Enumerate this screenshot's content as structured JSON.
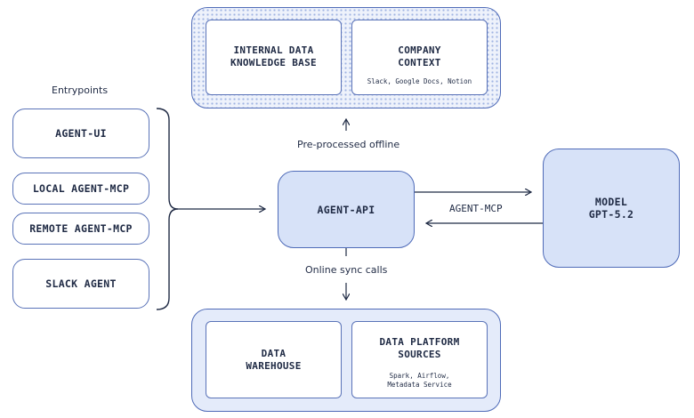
{
  "entrypoints_label": "Entrypoints",
  "entrypoints": [
    "AGENT-UI",
    "LOCAL AGENT-MCP",
    "REMOTE AGENT-MCP",
    "SLACK AGENT"
  ],
  "knowledge": {
    "internal": "INTERNAL DATA\nKNOWLEDGE BASE",
    "company_title": "COMPANY\nCONTEXT",
    "company_sub": "Slack, Google Docs, Notion"
  },
  "agent_api": "AGENT-API",
  "offline_label": "Pre-processed offline",
  "online_label": "Online sync calls",
  "mcp_label": "AGENT-MCP",
  "model": "MODEL\nGPT-5.2",
  "data": {
    "warehouse": "DATA\nWAREHOUSE",
    "platform_title": "DATA PLATFORM\nSOURCES",
    "platform_sub": "Spark, Airflow,\nMetadata Service"
  },
  "colors": {
    "accent": "#4f6bb8",
    "fill": "#d7e2f8",
    "text": "#1f2a44"
  }
}
